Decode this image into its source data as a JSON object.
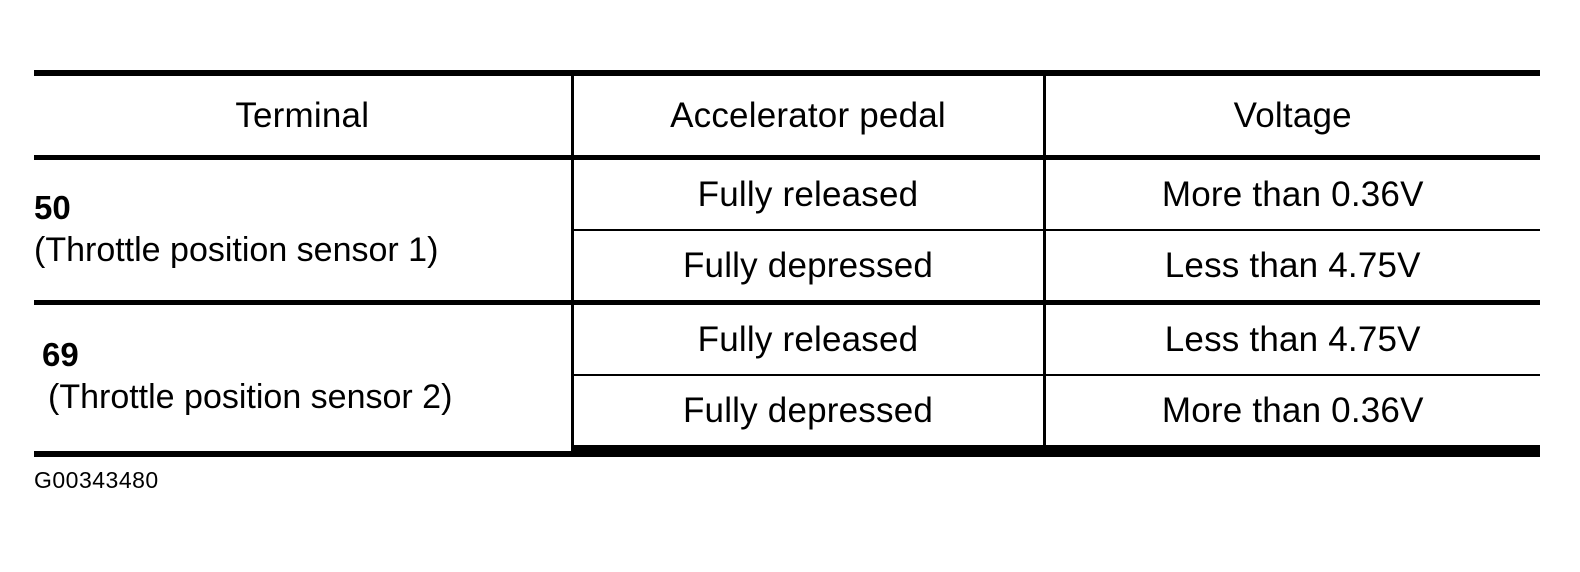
{
  "document": {
    "figure_caption": "G00343480"
  },
  "table": {
    "columns": [
      {
        "key": "terminal",
        "header": "Terminal"
      },
      {
        "key": "pedal",
        "header": "Accelerator pedal"
      },
      {
        "key": "voltage",
        "header": "Voltage"
      }
    ],
    "groups": [
      {
        "terminal_number": "50",
        "terminal_description": "(Throttle position sensor 1)",
        "rows": [
          {
            "pedal": "Fully released",
            "voltage": "More than 0.36V"
          },
          {
            "pedal": "Fully depressed",
            "voltage": "Less than 4.75V"
          }
        ]
      },
      {
        "terminal_number": "69",
        "terminal_description": "(Throttle position sensor 2)",
        "rows": [
          {
            "pedal": "Fully released",
            "voltage": "Less than 4.75V"
          },
          {
            "pedal": "Fully depressed",
            "voltage": "More than 0.36V"
          }
        ]
      }
    ]
  }
}
